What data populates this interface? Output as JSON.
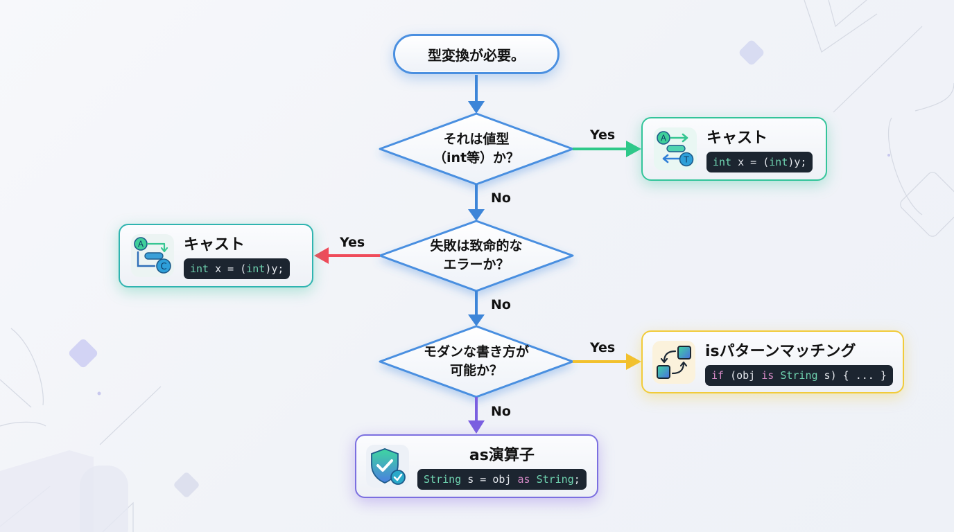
{
  "diagram": {
    "start": {
      "label": "型変換が必要。"
    },
    "decisions": [
      {
        "id": "d1",
        "text": "それは値型\n（int等）か？"
      },
      {
        "id": "d2",
        "text": "失敗は致命的な\nエラーか？"
      },
      {
        "id": "d3",
        "text": "モダンな書き方が\n可能か？"
      }
    ],
    "edge_labels": {
      "d1_yes": "Yes",
      "d1_no": "No",
      "d2_yes": "Yes",
      "d2_no": "No",
      "d3_yes": "Yes",
      "d3_no": "No"
    },
    "results": {
      "cast_value_type": {
        "title": "キャスト",
        "icon": "cast-convert-icon",
        "code": [
          {
            "text": "int",
            "kind": "type"
          },
          {
            "text": " x = (",
            "kind": "plain"
          },
          {
            "text": "int",
            "kind": "type"
          },
          {
            "text": ")y;",
            "kind": "plain"
          }
        ]
      },
      "cast_fatal": {
        "title": "キャスト",
        "icon": "cast-convert-icon",
        "code": [
          {
            "text": "int",
            "kind": "type"
          },
          {
            "text": " x = (",
            "kind": "plain"
          },
          {
            "text": "int",
            "kind": "type"
          },
          {
            "text": ")y;",
            "kind": "plain"
          }
        ]
      },
      "is_pattern": {
        "title": "isパターンマッチング",
        "icon": "swap-squares-icon",
        "code": [
          {
            "text": "if",
            "kind": "kw"
          },
          {
            "text": " (obj ",
            "kind": "plain"
          },
          {
            "text": "is",
            "kind": "kw"
          },
          {
            "text": " ",
            "kind": "plain"
          },
          {
            "text": "String",
            "kind": "type"
          },
          {
            "text": " s) { ... }",
            "kind": "plain"
          }
        ]
      },
      "as_operator": {
        "title": "as演算子",
        "icon": "shield-check-icon",
        "code": [
          {
            "text": "String",
            "kind": "type"
          },
          {
            "text": " s = obj ",
            "kind": "plain"
          },
          {
            "text": "as",
            "kind": "kw"
          },
          {
            "text": " ",
            "kind": "plain"
          },
          {
            "text": "String",
            "kind": "type"
          },
          {
            "text": ";",
            "kind": "plain"
          }
        ]
      }
    },
    "colors": {
      "flow_blue": "#3d85d8",
      "yes_green": "#2fc98a",
      "yes_red": "#ef4b5a",
      "yes_yellow": "#f2c12e",
      "no_purple": "#7a5fe0"
    }
  }
}
